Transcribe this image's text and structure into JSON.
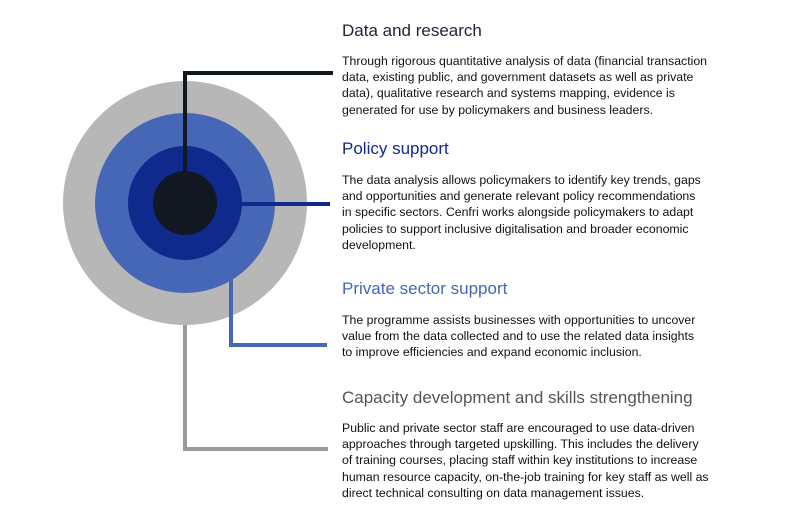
{
  "colors": {
    "core": "#111822",
    "policy": "#0f2a8c",
    "private": "#4667b5",
    "capacity": "#b7b7b7",
    "capacity_line": "#9a9a9a"
  },
  "sections": [
    {
      "title": "Data and research",
      "color": "#1c2535",
      "lines": [
        "Through rigorous quantitative analysis of data (financial transaction",
        "data, existing public, and government datasets as well as private",
        "data), qualitative research and systems mapping, evidence is",
        "generated for use by policymakers and business leaders."
      ]
    },
    {
      "title": "Policy support",
      "color": "#0f2a8c",
      "lines": [
        "The data analysis allows policymakers to identify key trends, gaps",
        "and opportunities and generate relevant policy recommendations",
        "in specific sectors. Cenfri works alongside policymakers to adapt",
        "policies to support inclusive digitalisation and broader economic",
        "development."
      ]
    },
    {
      "title": "Private sector support",
      "color": "#4667b5",
      "lines": [
        "The programme assists businesses with opportunities to uncover",
        "value from the data collected and to use the related data insights",
        "to improve efficiencies and expand economic inclusion."
      ]
    },
    {
      "title": "Capacity development and skills strengthening",
      "color": "#555555",
      "lines": [
        "Public and private sector staff are encouraged to use data-driven",
        "approaches through targeted upskilling. This includes the delivery",
        "of training courses, placing staff within key institutions to increase",
        "human resource capacity, on-the-job training for key staff as well as",
        "direct technical consulting on data management issues."
      ]
    }
  ]
}
